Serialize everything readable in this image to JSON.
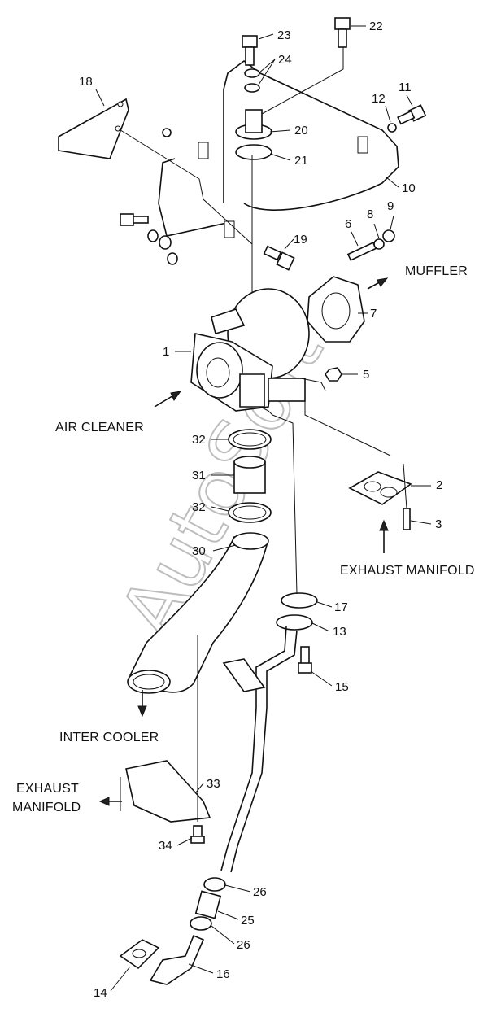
{
  "watermark": "AutoSoft",
  "captions": {
    "muffler": "MUFFLER",
    "air_cleaner": "AIR CLEANER",
    "exhaust_manifold_right": "EXHAUST MANIFOLD",
    "inter_cooler": "INTER COOLER",
    "exhaust_manifold_left_1": "EXHAUST",
    "exhaust_manifold_left_2": "MANIFOLD"
  },
  "callouts": {
    "c1": "1",
    "c2": "2",
    "c3": "3",
    "c5": "5",
    "c6": "6",
    "c7": "7",
    "c8": "8",
    "c9": "9",
    "c10": "10",
    "c11": "11",
    "c12": "12",
    "c13": "13",
    "c14": "14",
    "c15": "15",
    "c16": "16",
    "c17": "17",
    "c18": "18",
    "c19": "19",
    "c20": "20",
    "c21": "21",
    "c22": "22",
    "c23": "23",
    "c24": "24",
    "c25": "25",
    "c26a": "26",
    "c26b": "26",
    "c30": "30",
    "c31": "31",
    "c32a": "32",
    "c32b": "32",
    "c33": "33",
    "c34": "34"
  }
}
